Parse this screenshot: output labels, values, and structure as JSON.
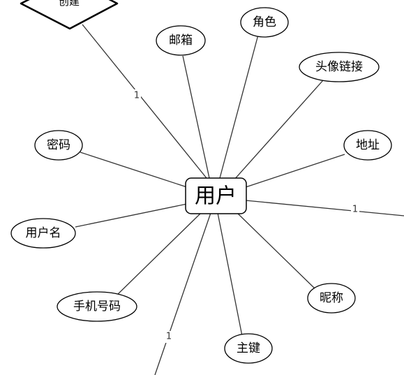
{
  "entity": {
    "label": "用户"
  },
  "relationship": {
    "label": "创建"
  },
  "attributes": {
    "email": "邮箱",
    "role": "角色",
    "avatar_link": "头像链接",
    "password": "密码",
    "address": "地址",
    "username": "用户名",
    "phone": "手机号码",
    "nickname": "昵称",
    "primary_key": "主键"
  },
  "cardinalities": {
    "to_create": "1",
    "to_right": "1",
    "to_bottom": "1"
  },
  "colors": {
    "line": "#333333",
    "stroke": "#000000",
    "background": "#ffffff"
  }
}
